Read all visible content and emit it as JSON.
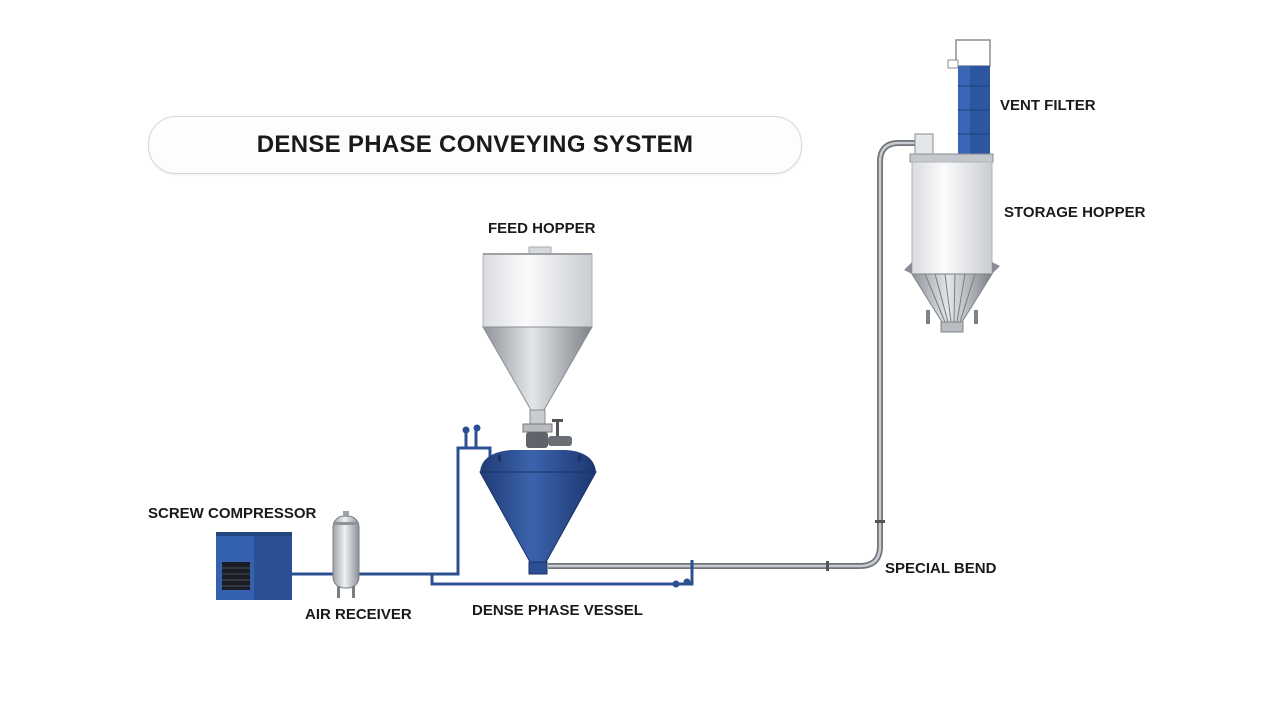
{
  "title": "DENSE PHASE CONVEYING SYSTEM",
  "labels": {
    "vent_filter": "VENT FILTER",
    "storage_hopper": "STORAGE HOPPER",
    "feed_hopper": "FEED HOPPER",
    "screw_compressor": "SCREW COMPRESSOR",
    "air_receiver": "AIR RECEIVER",
    "dense_phase_vessel": "DENSE PHASE VESSEL",
    "special_bend": "SPECIAL BEND"
  },
  "colors": {
    "equipment_blue": "#2c4f93",
    "steel": "#b9bdc2",
    "white_body": "#f0f1f3",
    "pipe": "#8a8f96"
  }
}
